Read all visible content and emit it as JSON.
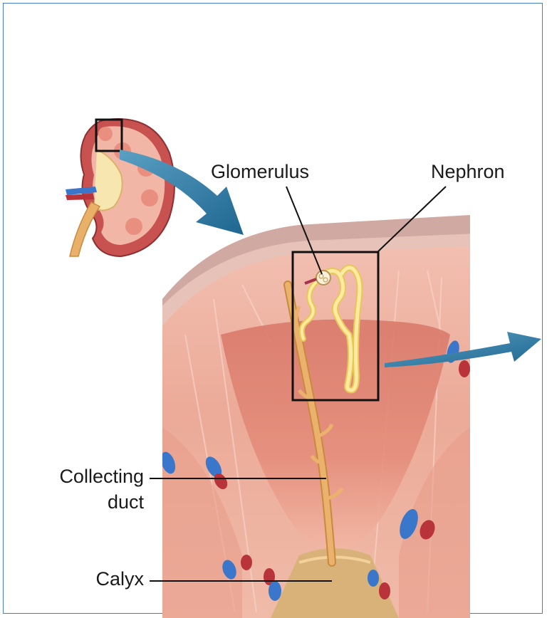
{
  "labels": {
    "glomerulus": "Glomerulus",
    "nephron": "Nephron",
    "collecting_duct_line1": "Collecting",
    "collecting_duct_line2": "duct",
    "calyx": "Calyx"
  },
  "colors": {
    "frame_border": "#4a7ec2",
    "tissue_light": "#f0b8a8",
    "tissue_mid": "#e49a88",
    "tissue_dark": "#c86a5c",
    "capsule": "#c9a7a2",
    "duct": "#e9b06a",
    "nephron_tube": "#f6e08a",
    "arrow": "#2f7aa3",
    "vessel_red": "#b8333a",
    "vessel_blue": "#3a76c9"
  }
}
